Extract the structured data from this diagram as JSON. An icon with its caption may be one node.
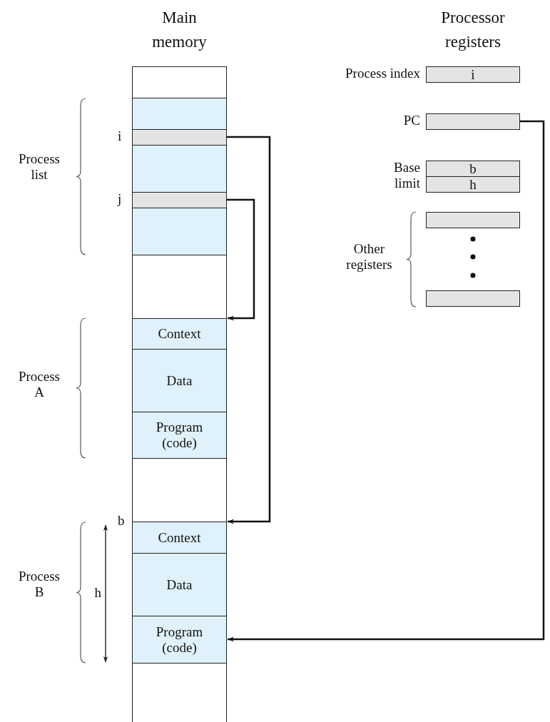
{
  "diagram": {
    "nodes": [
      {
        "text": [
          "Main memory"
        ]
      },
      {
        "text": [],
        "shape": "box",
        "in": 0
      },
      {
        "text": [],
        "shape": "box",
        "in": 0
      },
      {
        "text": [],
        "shape": "box",
        "in": 0,
        "beside": [
          "i"
        ]
      },
      {
        "text": [],
        "shape": "box",
        "in": 0
      },
      {
        "text": [],
        "shape": "box",
        "in": 0,
        "beside": [
          "j"
        ]
      },
      {
        "text": [],
        "shape": "box",
        "in": 0
      },
      {
        "text": [],
        "shape": "box",
        "in": 0
      },
      {
        "text": [
          "Context"
        ],
        "in": 0
      },
      {
        "text": [
          "Data"
        ],
        "in": 0
      },
      {
        "text": [
          "Program (code)"
        ],
        "in": 0
      },
      {
        "text": [],
        "shape": "box",
        "in": 0
      },
      {
        "text": [
          "Context"
        ],
        "in": 0,
        "beside": [
          "b"
        ]
      },
      {
        "text": [
          "Data"
        ],
        "in": 0
      },
      {
        "text": [
          "Program (code)"
        ],
        "in": 0
      },
      {
        "text": [],
        "shape": "box",
        "in": 0
      },
      {
        "text": [
          "i"
        ],
        "beside": [
          "Process index"
        ]
      },
      {
        "text": [],
        "shape": "box",
        "beside": [
          "PC"
        ]
      },
      {
        "text": [
          "b"
        ],
        "beside": [
          "Base"
        ]
      },
      {
        "text": [
          "h"
        ],
        "beside": [
          "limit"
        ]
      },
      {
        "text": [],
        "shape": "box"
      },
      {
        "text": [],
        "shape": "box"
      }
    ],
    "edges": [
      {
        "from": 3,
        "to": 12,
        "arrow": "to"
      },
      {
        "from": 5,
        "to": 8,
        "arrow": "to"
      },
      {
        "from": 17,
        "to": 14,
        "arrow": "to"
      }
    ],
    "labels": [
      "Processor registers",
      "Process list",
      "Process A",
      "Process B",
      "h",
      "Other registers"
    ]
  }
}
